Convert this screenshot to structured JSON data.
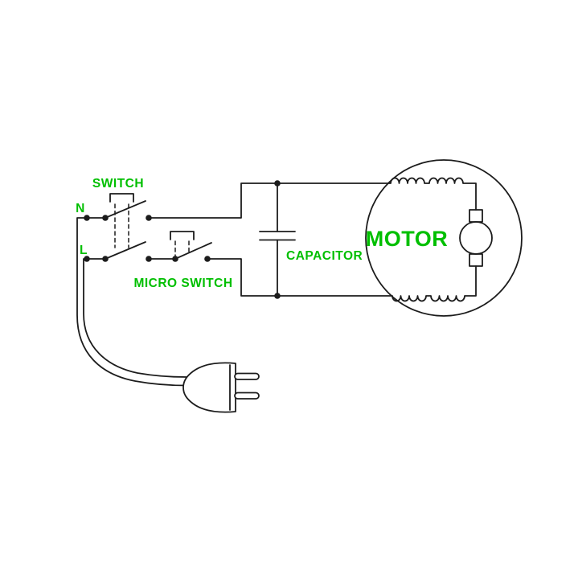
{
  "diagram": {
    "labels": {
      "switch": "SWITCH",
      "neutral": "N",
      "line": "L",
      "micro_switch": "MICRO SWITCH",
      "capacitor": "CAPACITOR",
      "motor": "MOTOR"
    },
    "colors": {
      "label_text": "#00bf00",
      "wire": "#1c1c1c",
      "background": "#ffffff"
    }
  }
}
